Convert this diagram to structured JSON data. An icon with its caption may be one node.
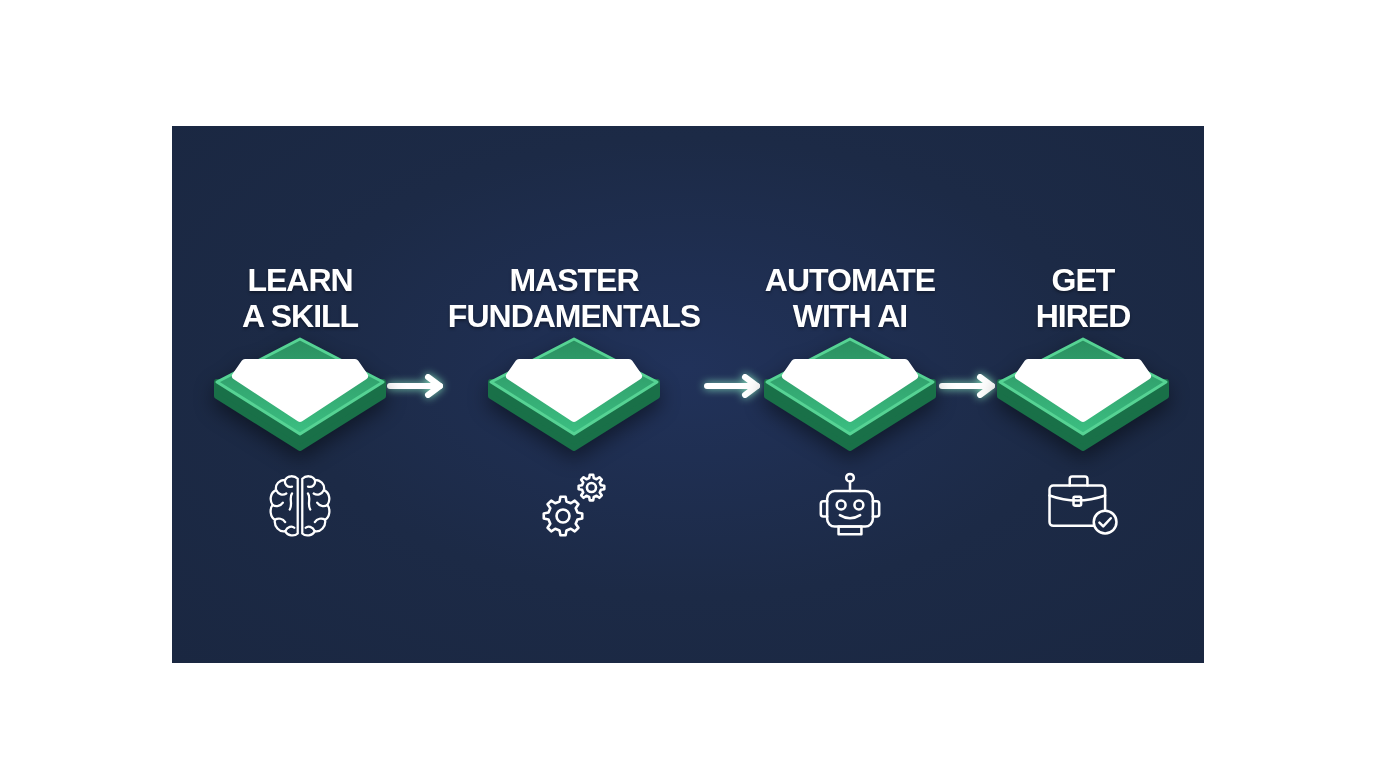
{
  "diagram": {
    "nodes": [
      {
        "text": [
          "LEARN A SKILL"
        ]
      },
      {
        "text": [
          "MASTER FUNDAMENTALS"
        ]
      },
      {
        "text": [
          "AUTOMATE WITH AI"
        ]
      },
      {
        "text": [
          "GET HIRED"
        ]
      }
    ],
    "edges": [
      {
        "from": 0,
        "to": 1,
        "arrow": "to"
      },
      {
        "from": 1,
        "to": 2,
        "arrow": "to"
      },
      {
        "from": 2,
        "to": 3,
        "arrow": "to"
      }
    ]
  }
}
